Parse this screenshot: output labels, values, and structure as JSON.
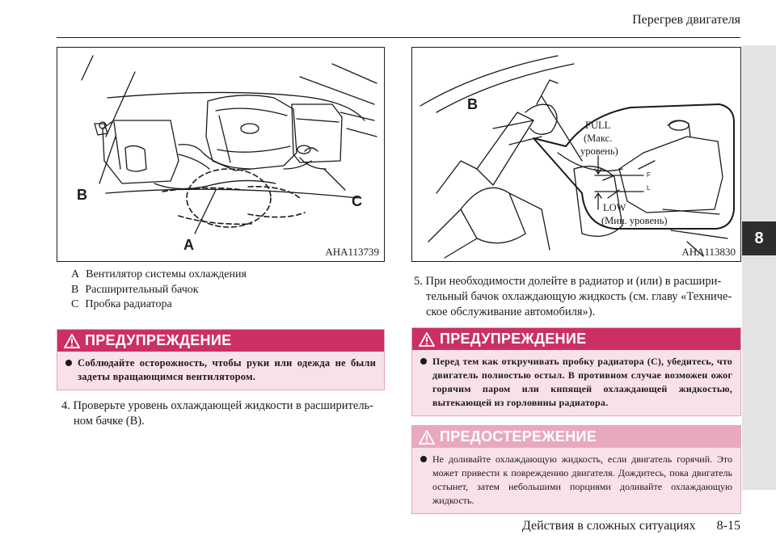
{
  "header": {
    "title": "Перегрев двигателя"
  },
  "side_tab": {
    "chapter": "8"
  },
  "figure_left": {
    "code": "AHA113739",
    "labels": {
      "a": "A",
      "b": "B",
      "c": "C"
    }
  },
  "figure_right": {
    "code": "AHA113830",
    "labels": {
      "b": "B",
      "full_1": "FULL",
      "full_2": "(Макс.",
      "full_3": "уровень)",
      "low_1": "LOW",
      "low_2": "(Мин. уровень)",
      "tank_f": "F",
      "tank_l": "L"
    }
  },
  "legend": [
    {
      "letter": "A",
      "text": "Вентилятор системы охлаждения"
    },
    {
      "letter": "B",
      "text": "Расширительный бачок"
    },
    {
      "letter": "C",
      "text": "Пробка радиатора"
    }
  ],
  "warning_left": {
    "title": "ПРЕДУПРЕЖДЕНИЕ",
    "text": "Соблюдайте осторожность, чтобы руки или одежда не были задеты вращающимся вентилятором."
  },
  "step4": {
    "line1": "4. Проверьте уровень охлаждающей жидкости в расширитель-",
    "line2": "ном бачке (B)."
  },
  "step5": {
    "line1": "5. При необходимости долейте в радиатор и (или) в расшири-",
    "line2": "тельный бачок охлаждающую жидкость (см. главу «Техниче-",
    "line3": "ское обслуживание автомобиля»)."
  },
  "warning_right": {
    "title": "ПРЕДУПРЕЖДЕНИЕ",
    "text": "Перед тем как откручивать пробку радиатора (С), убедитесь, что двигатель полностью остыл. В противном случае возможен ожог горячим паром или кипящей охлаждающей жидкостью, вытекающей из горловины радиатора."
  },
  "caution_right": {
    "title": "ПРЕДОСТЕРЕЖЕНИЕ",
    "text": "Не доливайте охлаждающую жидкость, если двигатель горячий. Это может привести к повреждению двигателя. Дождитесь, пока двигатель остынет, затем небольшими порциями доливайте охлаж­дающую жидкость."
  },
  "footer": {
    "section": "Действия в сложных ситуациях",
    "page": "8-15"
  },
  "colors": {
    "warning": "#cc2f66",
    "caution": "#e9a9bd",
    "box_fill": "#f8e1e8"
  }
}
